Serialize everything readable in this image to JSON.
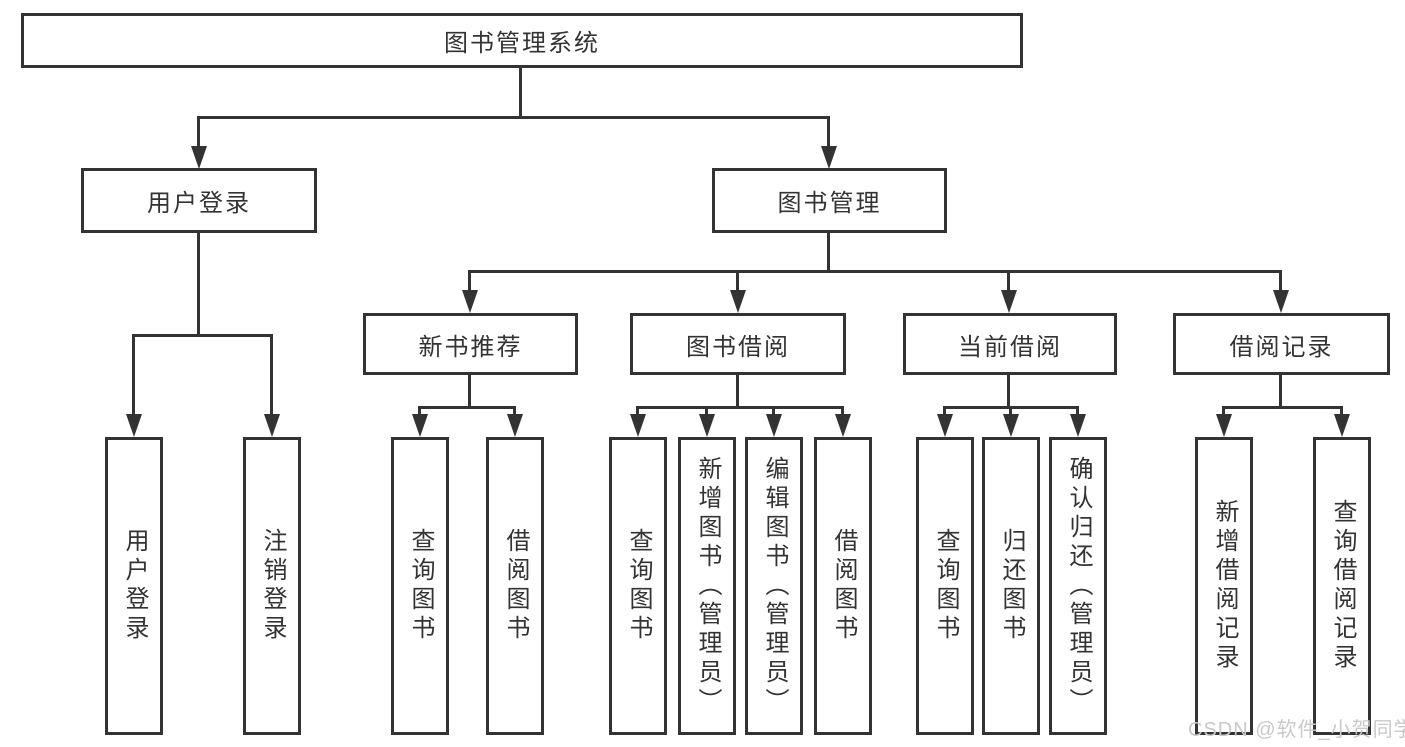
{
  "diagram": {
    "title": "图书管理系统",
    "watermark": "CSDN @软件_小贺同学",
    "colors": {
      "line": "#333333",
      "text": "#333333",
      "watermark": "#c9c9c9",
      "background": "#ffffff"
    },
    "nodes": {
      "root": "图书管理系统",
      "l2": [
        "用户登录",
        "图书管理"
      ],
      "l3": [
        "新书推荐",
        "图书借阅",
        "当前借阅",
        "借阅记录"
      ],
      "l4": [
        "用户登录",
        "注销登录",
        "查询图书",
        "借阅图书",
        "查询图书",
        "新增图书（管理员）",
        "编辑图书（管理员）",
        "借阅图书",
        "查询图书",
        "归还图书",
        "确认归还（管理员）",
        "新增借阅记录",
        "查询借阅记录"
      ]
    },
    "edges": [
      {
        "from": "图书管理系统",
        "to": [
          "用户登录",
          "图书管理"
        ]
      },
      {
        "from": "用户登录",
        "to": [
          "用户登录",
          "注销登录"
        ]
      },
      {
        "from": "图书管理",
        "to": [
          "新书推荐",
          "图书借阅",
          "当前借阅",
          "借阅记录"
        ]
      },
      {
        "from": "新书推荐",
        "to": [
          "查询图书",
          "借阅图书"
        ]
      },
      {
        "from": "图书借阅",
        "to": [
          "查询图书",
          "新增图书（管理员）",
          "编辑图书（管理员）",
          "借阅图书"
        ]
      },
      {
        "from": "当前借阅",
        "to": [
          "查询图书",
          "归还图书",
          "确认归还（管理员）"
        ]
      },
      {
        "from": "借阅记录",
        "to": [
          "新增借阅记录",
          "查询借阅记录"
        ]
      }
    ]
  }
}
